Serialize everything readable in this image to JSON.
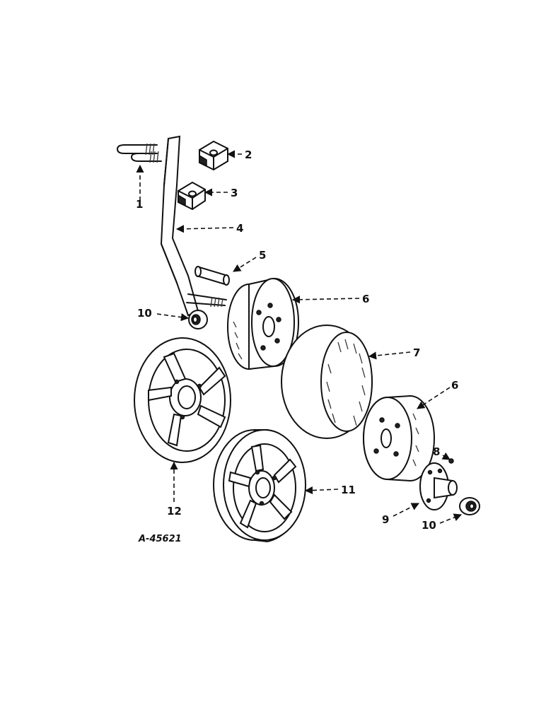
{
  "drawing_number": "A-45621",
  "callouts": {
    "c1": "1",
    "c2": "2",
    "c3": "3",
    "c4": "4",
    "c5": "5",
    "c6a": "6",
    "c6b": "6",
    "c7": "7",
    "c8": "8",
    "c9": "9",
    "c10a": "10",
    "c10b": "10",
    "c11": "11",
    "c12": "12"
  }
}
